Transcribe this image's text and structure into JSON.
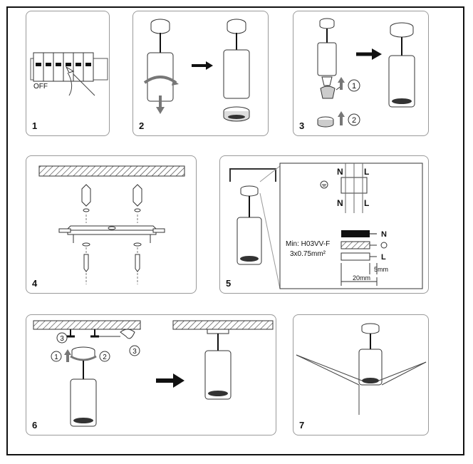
{
  "panels": [
    {
      "number": "1",
      "labels": {
        "off": "OFF"
      }
    },
    {
      "number": "2"
    },
    {
      "number": "3",
      "callouts": [
        "1",
        "2"
      ]
    },
    {
      "number": "4"
    },
    {
      "number": "5",
      "terminal": {
        "n": "N",
        "l": "L",
        "n2": "N",
        "l2": "L"
      },
      "cable": {
        "spec": "Min: H03VV-F",
        "section": "3x0.75mm²",
        "n": "N",
        "l": "L",
        "strip": "5mm",
        "sheath": "20mm"
      }
    },
    {
      "number": "6",
      "callouts": [
        "1",
        "2",
        "3",
        "3"
      ]
    },
    {
      "number": "7"
    }
  ]
}
